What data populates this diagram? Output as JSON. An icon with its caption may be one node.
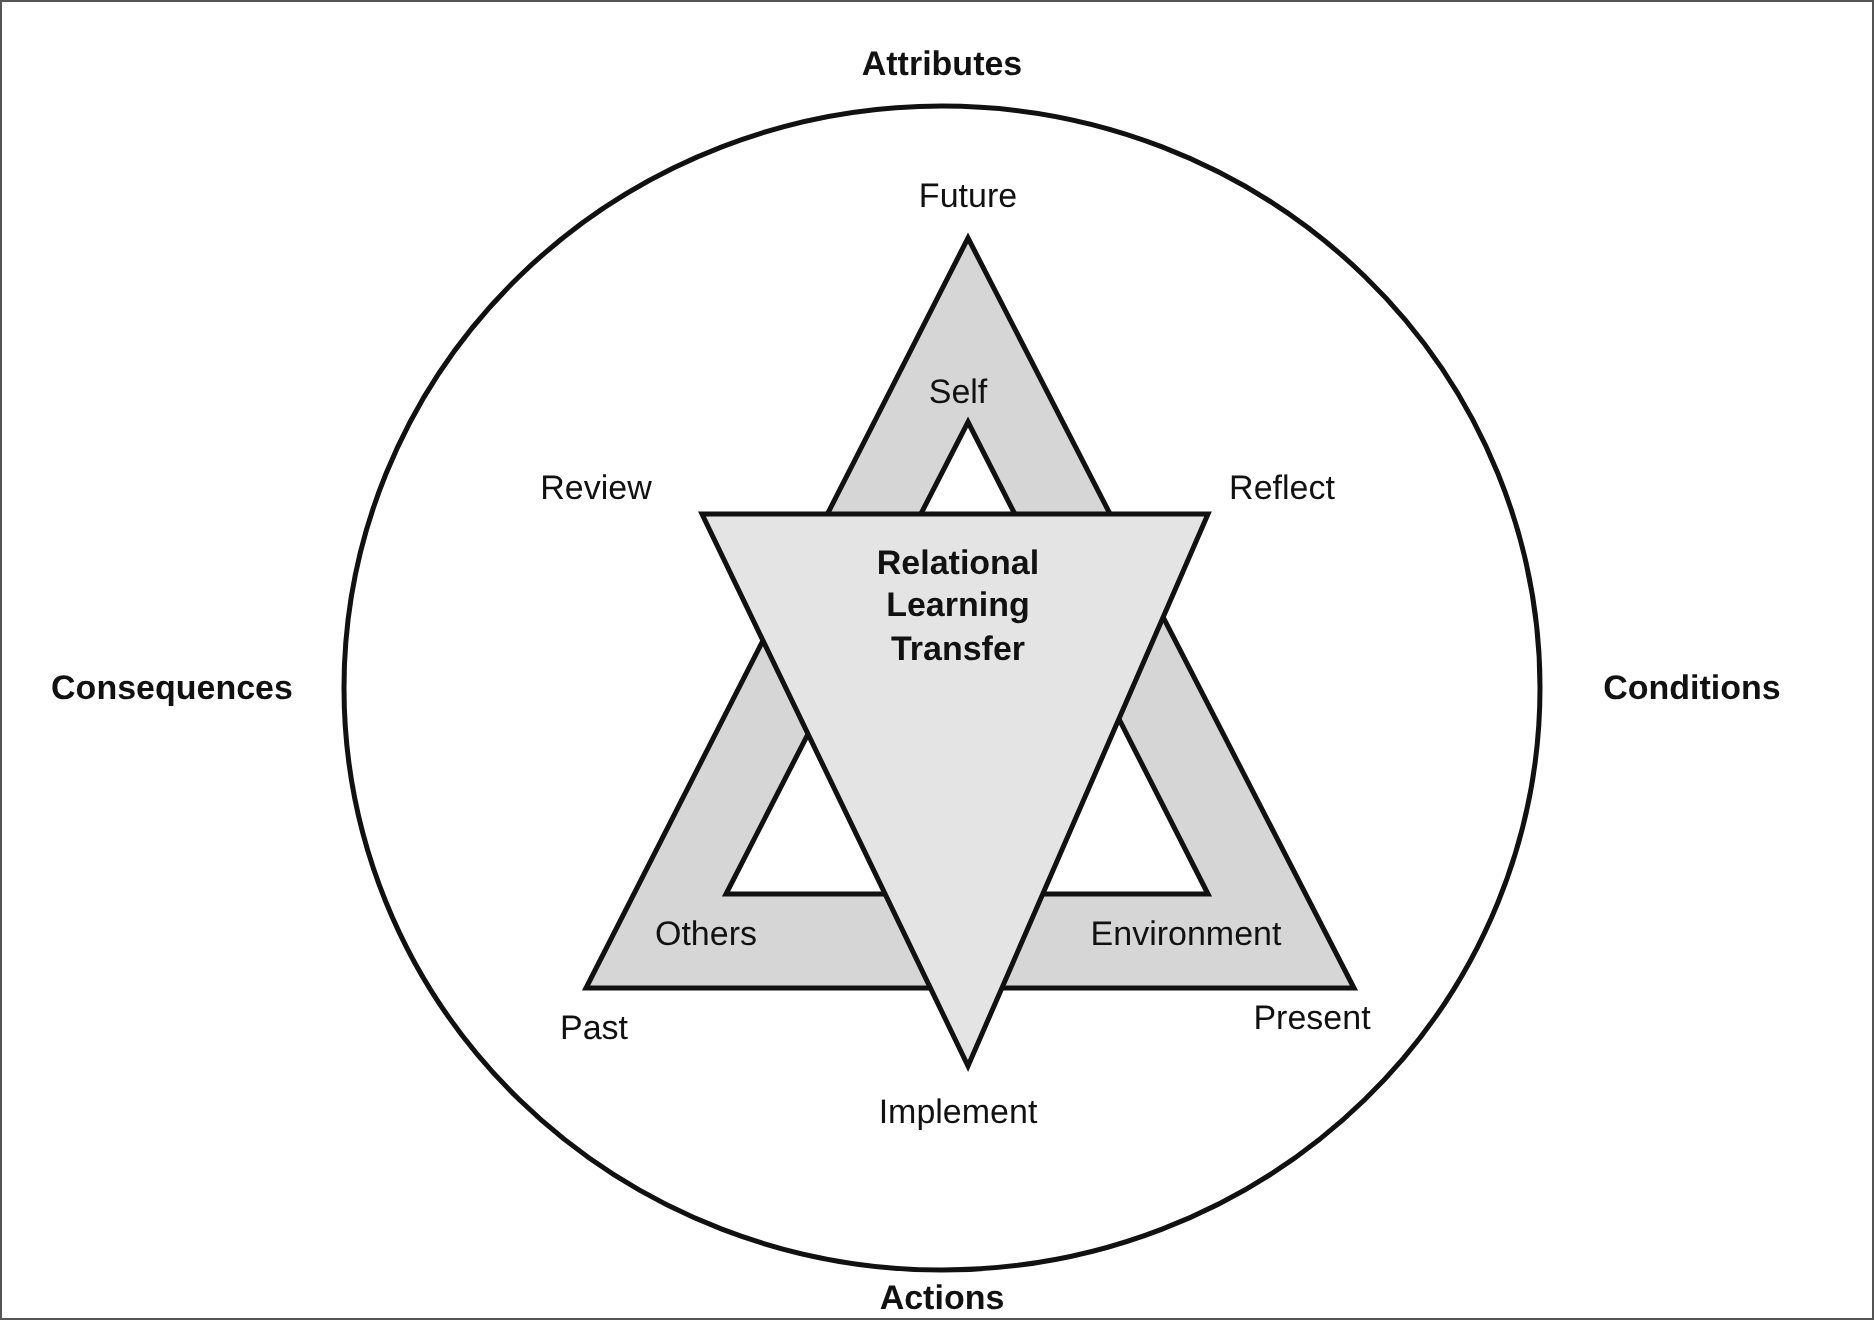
{
  "diagram": {
    "nodes": [
      {
        "text": [],
        "shape": "circle"
      },
      {
        "text": [
          "Self",
          "Others",
          "Environment"
        ],
        "beside": [
          "Future",
          "Past",
          "Present"
        ],
        "in": 0
      },
      {
        "text": [
          "Relational Learning Transfer"
        ],
        "in": 0
      }
    ],
    "labels": [
      "Attributes",
      "Review",
      "Reflect",
      "Consequences",
      "Conditions",
      "Implement",
      "Actions"
    ]
  }
}
